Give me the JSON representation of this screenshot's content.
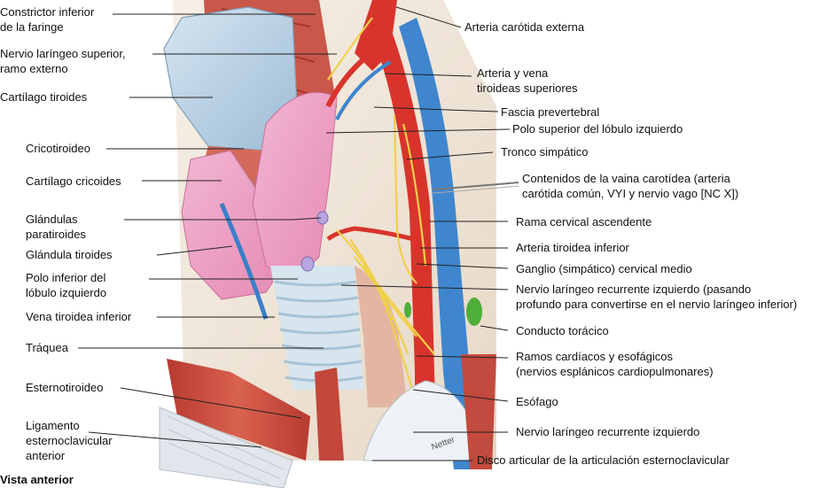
{
  "caption": "Vista anterior",
  "signature": "Netter",
  "labels": {
    "constrictor": [
      "Constrictor inferior",
      "de la faringe"
    ],
    "nervio_sup": [
      "Nervio laríngeo superior,",
      "ramo externo"
    ],
    "cartilago_tiroides": [
      "Cartílago tiroides"
    ],
    "cricotiroideo": [
      "Cricotiroideo"
    ],
    "cartilago_cricoides": [
      "Cartílago cricoides"
    ],
    "paratiroides": [
      "Glándulas",
      "paratiroides"
    ],
    "glandula_tiroides": [
      "Glándula tiroides"
    ],
    "polo_inferior": [
      "Polo inferior del",
      "lóbulo izquierdo"
    ],
    "vena_tiroidea": [
      "Vena tiroidea inferior"
    ],
    "traquea": [
      "Tráquea"
    ],
    "esternotiroideo": [
      "Esternotiroideo"
    ],
    "ligamento": [
      "Ligamento",
      "esternoclavicular",
      "anterior"
    ],
    "arteria_externa": [
      "Arteria carótida externa"
    ],
    "arteria_vena_sup": [
      "Arteria y vena",
      "tiroideas superiores"
    ],
    "fascia": [
      "Fascia prevertebral"
    ],
    "polo_superior": [
      "Polo superior del lóbulo izquierdo"
    ],
    "tronco": [
      "Tronco simpático"
    ],
    "vaina": [
      "Contenidos de la vaina carotídea (arteria",
      "carótida común, VYI y nervio vago [NC X])"
    ],
    "rama_cervical": [
      "Rama cervical ascendente"
    ],
    "arteria_inferior": [
      "Arteria tiroidea inferior"
    ],
    "ganglio": [
      "Ganglio (simpático) cervical medio"
    ],
    "nervio_rec_pasando": [
      "Nervio laríngeo recurrente izquierdo (pasando",
      "profundo para convertirse en el nervio laríngeo inferior)"
    ],
    "conducto": [
      "Conducto torácico"
    ],
    "ramos": [
      "Ramos cardíacos y esofágicos",
      "(nervios esplánicos cardiopulmonares)"
    ],
    "esofago": [
      "Esófago"
    ],
    "nervio_rec": [
      "Nervio laríngeo recurrente izquierdo"
    ],
    "disco": [
      "Disco articular de la articulación esternoclavicular"
    ]
  },
  "colors": {
    "muscle": "#c8473c",
    "muscle_light": "#e08a7a",
    "thyroid": "#ec9ec0",
    "cartilage": "#b9d2e6",
    "artery": "#d8302a",
    "vein": "#3a7fc8",
    "nerve": "#f0d04a",
    "fascia": "#efe4d6",
    "trachea": "#cfe0ea",
    "duct": "#4eae3a",
    "parathyroid": "#b8a6e0",
    "leader": "#222222"
  }
}
